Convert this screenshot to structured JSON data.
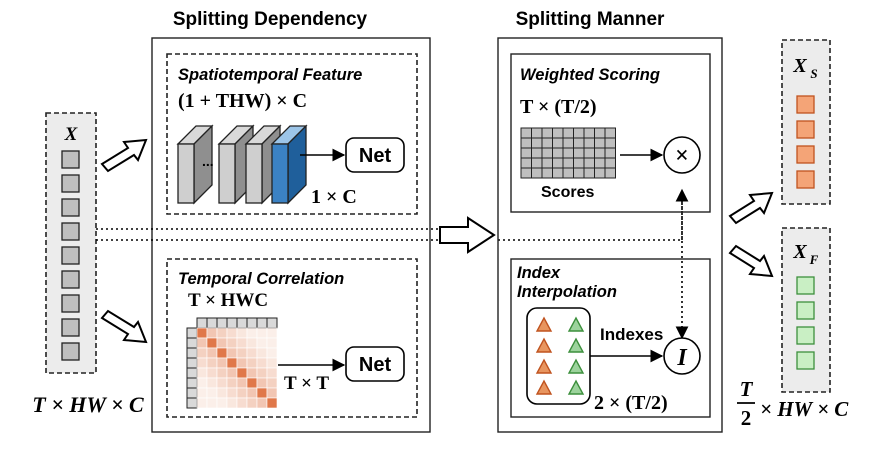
{
  "headings": {
    "splitting_dependency": "Splitting Dependency",
    "splitting_manner": "Splitting Manner"
  },
  "input": {
    "symbol": "X",
    "dims": "T × HW × C",
    "token_count": 9,
    "token_fill": "#bfbfbf"
  },
  "spatiotemporal": {
    "title": "Spatiotemporal Feature",
    "dims": "(1 + THW) × C",
    "ellipsis": "...",
    "out_dims": "1 × C",
    "net_label": "Net",
    "highlight_color": "#3b82c4"
  },
  "temporal": {
    "title": "Temporal Correlation",
    "dims": "T × HWC",
    "out_dims": "T × T",
    "net_label": "Net",
    "matrix_color": "#e0784a"
  },
  "weighted": {
    "title": "Weighted Scoring",
    "dims": "T × (T/2)",
    "scores_label": "Scores",
    "multiply_symbol": "×"
  },
  "interp": {
    "title_line1": "Index",
    "title_line2": "Interpolation",
    "indexes_label": "Indexes",
    "out_dims": "2 × (T/2)",
    "interp_symbol": "I",
    "triangle_colors": [
      "#e8955f",
      "#9cd39c"
    ]
  },
  "outputs": {
    "slow_symbol": "X",
    "slow_sub": "S",
    "slow_color": "#f4a477",
    "fast_symbol": "X",
    "fast_sub": "F",
    "fast_color": "#c9efc4",
    "dims_numerator": "T",
    "dims_denominator": "2",
    "dims_rest": "× HW × C",
    "token_count": 4
  }
}
